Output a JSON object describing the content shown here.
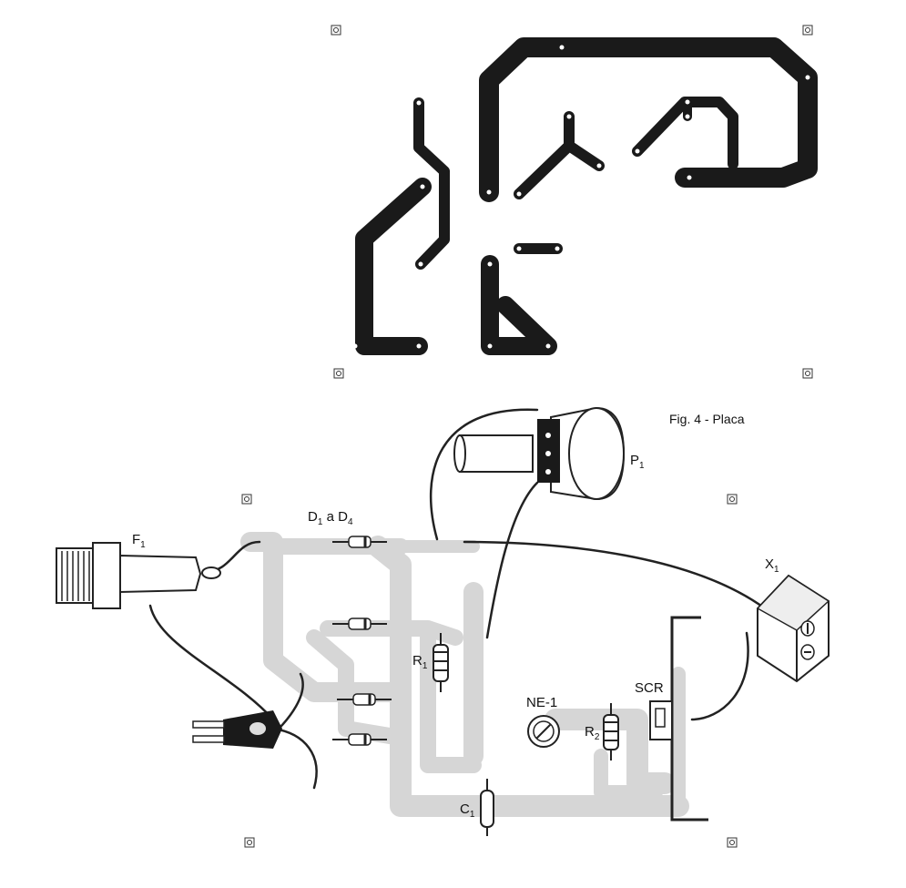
{
  "figure": {
    "caption": "Fig. 4 - Placa"
  },
  "components": {
    "f1": {
      "name": "F",
      "sub": "1"
    },
    "diodes": {
      "d1": "D",
      "d1_sub": "1",
      "mid": " a ",
      "d4": "D",
      "d4_sub": "4"
    },
    "p1": {
      "name": "P",
      "sub": "1"
    },
    "x1": {
      "name": "X",
      "sub": "1"
    },
    "r1": {
      "name": "R",
      "sub": "1"
    },
    "r2": {
      "name": "R",
      "sub": "2"
    },
    "ne1": {
      "name": "NE-1"
    },
    "scr": {
      "name": "SCR"
    },
    "c1": {
      "name": "C",
      "sub": "1"
    }
  },
  "colors": {
    "copper": "#1a1a1a",
    "board": "#d6d6d6",
    "wire": "#222222",
    "body": "#ffffff"
  }
}
